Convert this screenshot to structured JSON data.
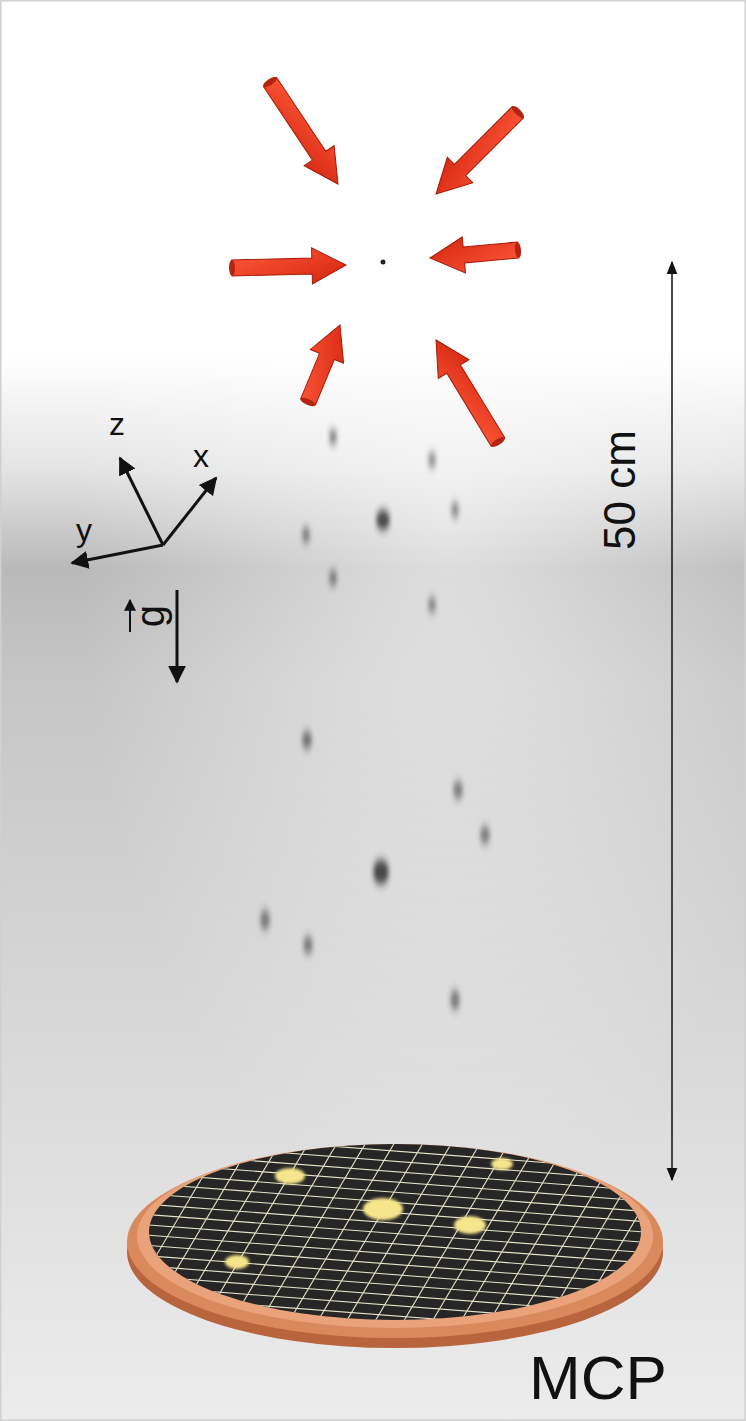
{
  "diagram": {
    "labels": [
      "z",
      "x",
      "y",
      "g",
      "50 cm",
      "MCP"
    ]
  }
}
